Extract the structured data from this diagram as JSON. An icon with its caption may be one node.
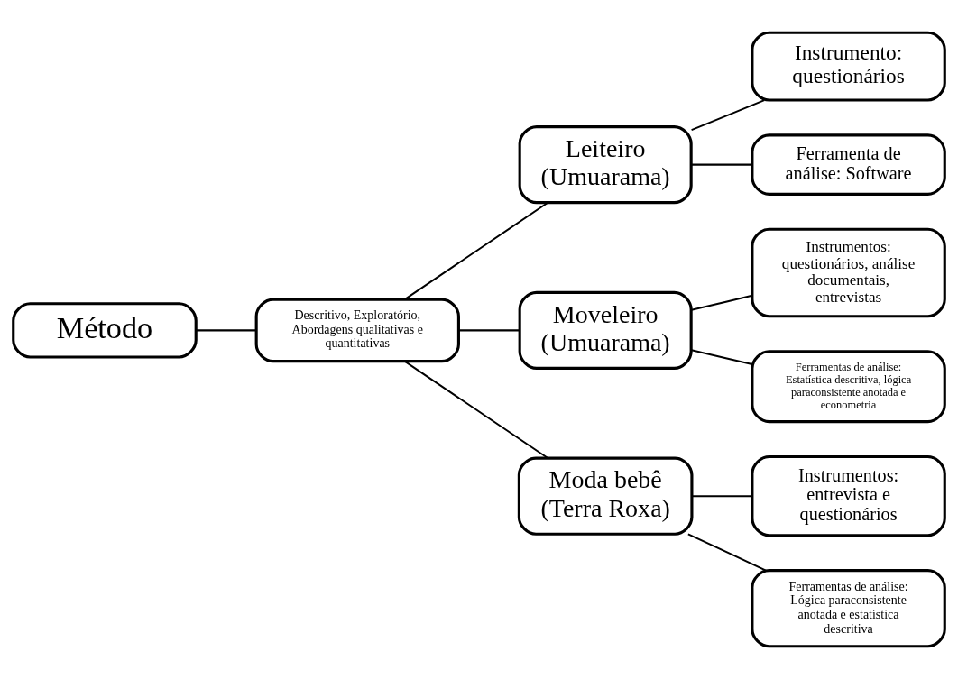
{
  "diagram": {
    "nodes": [
      {
        "text": [
          "Método"
        ]
      },
      {
        "text": [
          "Descritivo, Exploratório, Abordagens qualitativas e quantitativas"
        ]
      },
      {
        "text": [
          "Leiteiro (Umuarama)"
        ]
      },
      {
        "text": [
          "Instrumento: questionários"
        ]
      },
      {
        "text": [
          "Ferramenta de análise: Software"
        ]
      },
      {
        "text": [
          "Moveleiro (Umuarama)"
        ]
      },
      {
        "text": [
          "Instrumentos: questionários, análise documentais, entrevistas"
        ]
      },
      {
        "text": [
          "Ferramentas de análise: Estatística descritiva, lógica paraconsistente anotada e econometria"
        ]
      },
      {
        "text": [
          "Moda bebê (Terra Roxa)"
        ]
      },
      {
        "text": [
          "Instrumentos: entrevista e questionários"
        ]
      },
      {
        "text": [
          "Ferramentas de análise: Lógica paraconsistente anotada e estatística descritiva"
        ]
      }
    ],
    "edges": [
      {
        "from": 0,
        "to": 1,
        "arrow": "none"
      },
      {
        "from": 1,
        "to": 2,
        "arrow": "none"
      },
      {
        "from": 1,
        "to": 5,
        "arrow": "none"
      },
      {
        "from": 1,
        "to": 8,
        "arrow": "none"
      },
      {
        "from": 2,
        "to": 3,
        "arrow": "none"
      },
      {
        "from": 2,
        "to": 4,
        "arrow": "none"
      },
      {
        "from": 5,
        "to": 6,
        "arrow": "none"
      },
      {
        "from": 5,
        "to": 7,
        "arrow": "none"
      },
      {
        "from": 8,
        "to": 9,
        "arrow": "none"
      },
      {
        "from": 8,
        "to": 10,
        "arrow": "none"
      }
    ]
  }
}
